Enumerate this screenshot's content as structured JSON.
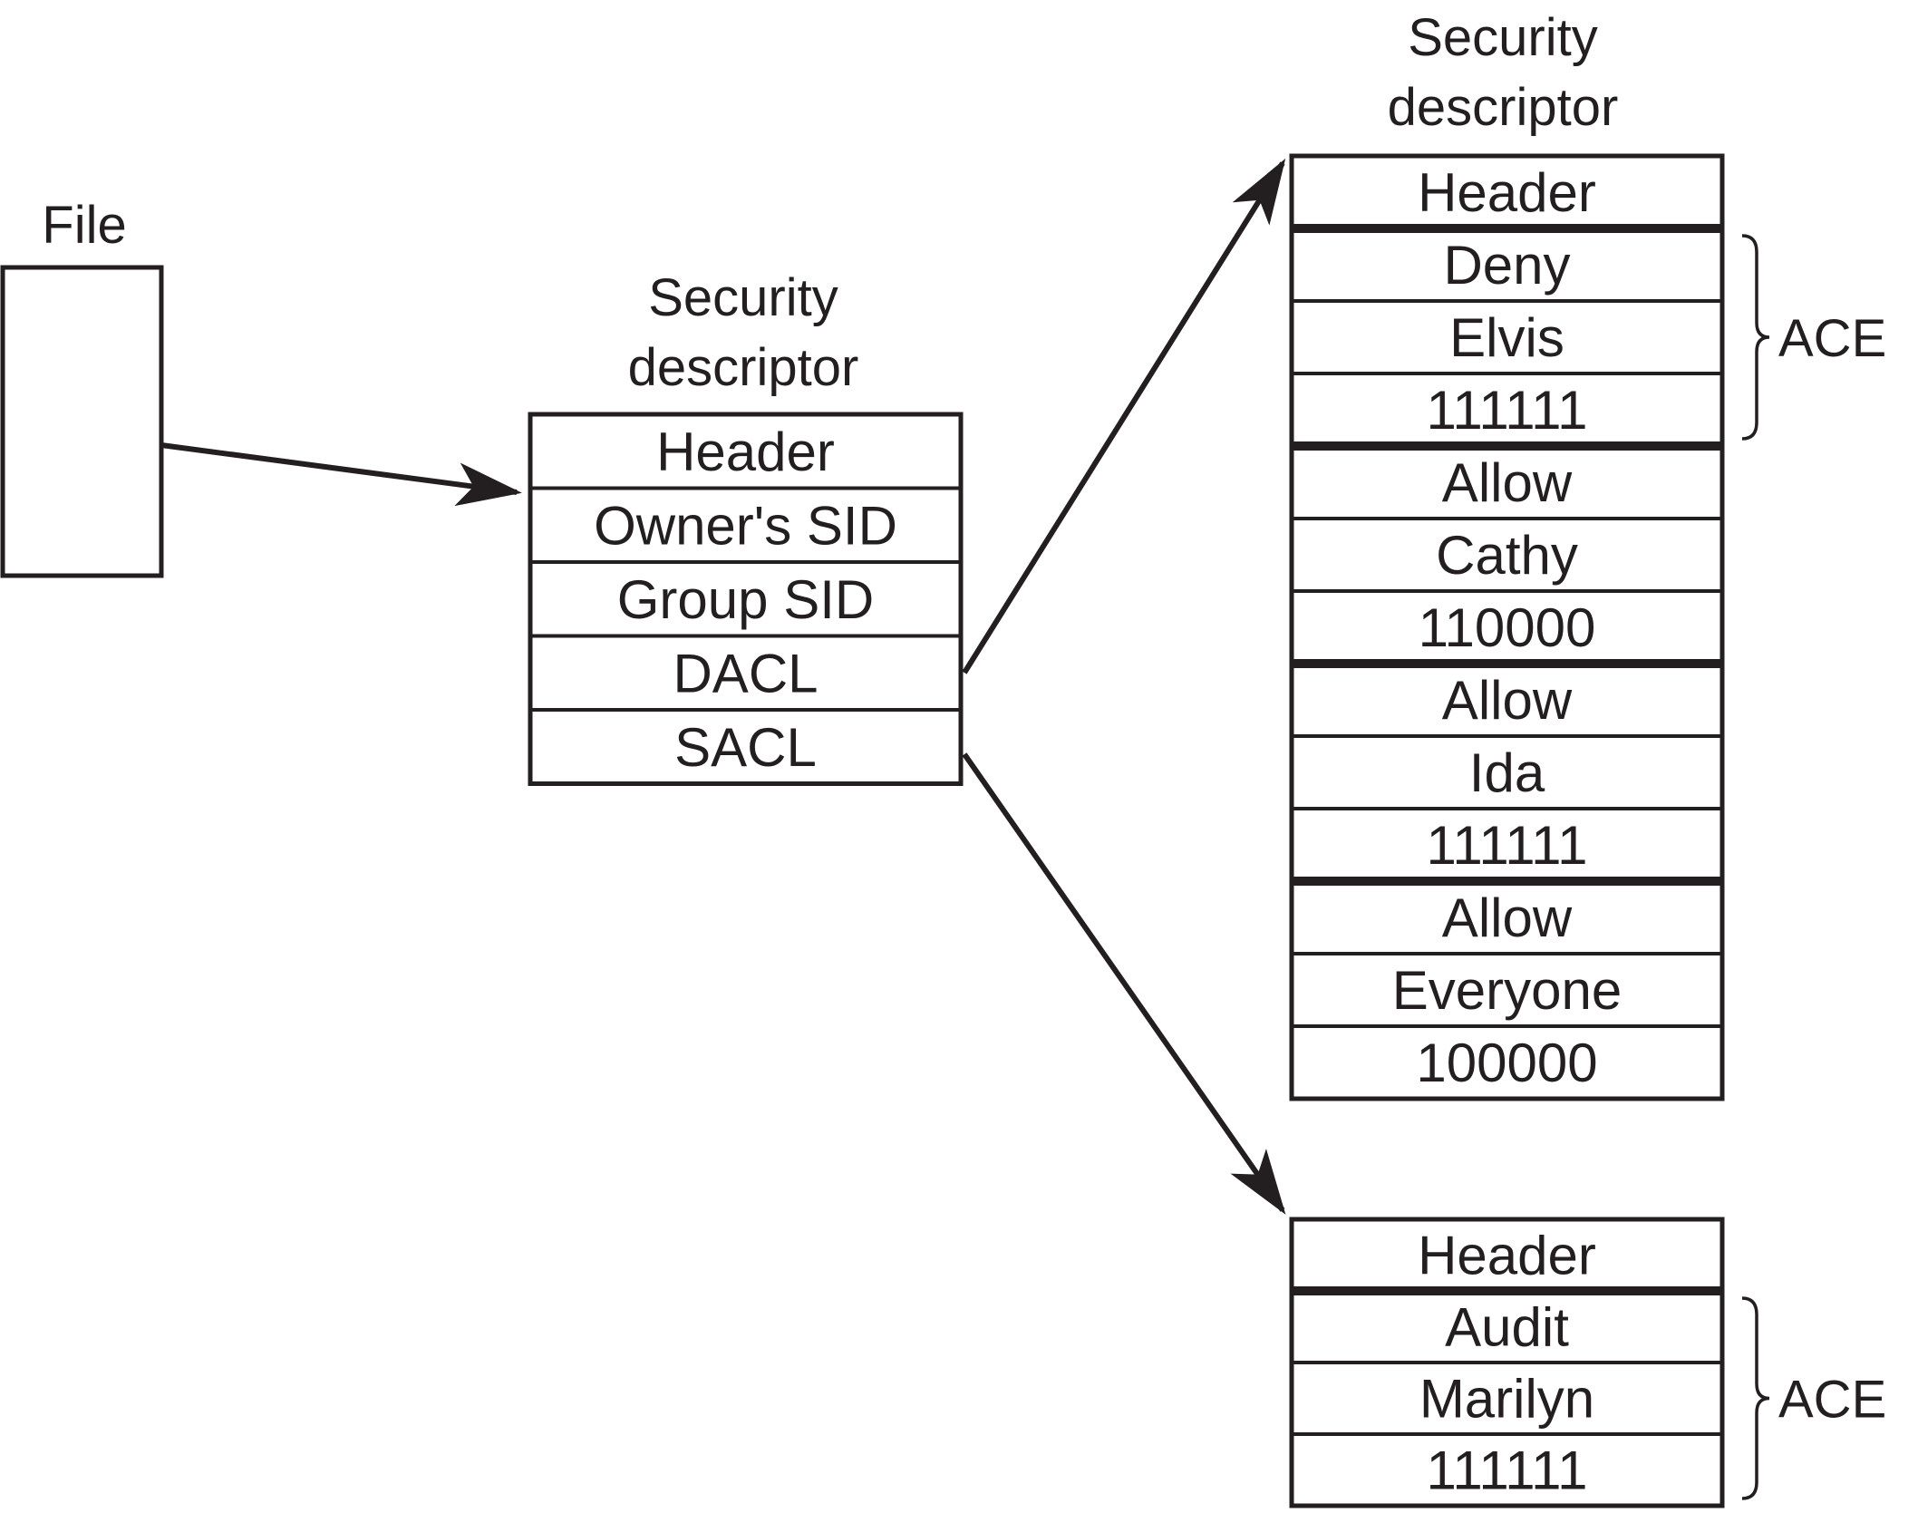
{
  "file": {
    "label": "File"
  },
  "descriptor": {
    "title_line1": "Security",
    "title_line2": "descriptor",
    "rows": [
      "Header",
      "Owner's SID",
      "Group SID",
      "DACL",
      "SACL"
    ]
  },
  "dacl": {
    "title_line1": "Security",
    "title_line2": "descriptor",
    "header": "Header",
    "aces": [
      {
        "type": "Deny",
        "who": "Elvis",
        "mask": "111111"
      },
      {
        "type": "Allow",
        "who": "Cathy",
        "mask": "110000"
      },
      {
        "type": "Allow",
        "who": "Ida",
        "mask": "111111"
      },
      {
        "type": "Allow",
        "who": "Everyone",
        "mask": "100000"
      }
    ],
    "ace_label": "ACE"
  },
  "sacl": {
    "header": "Header",
    "aces": [
      {
        "type": "Audit",
        "who": "Marilyn",
        "mask": "111111"
      }
    ],
    "ace_label": "ACE"
  },
  "colors": {
    "ink": "#231f20",
    "background": "#ffffff"
  }
}
